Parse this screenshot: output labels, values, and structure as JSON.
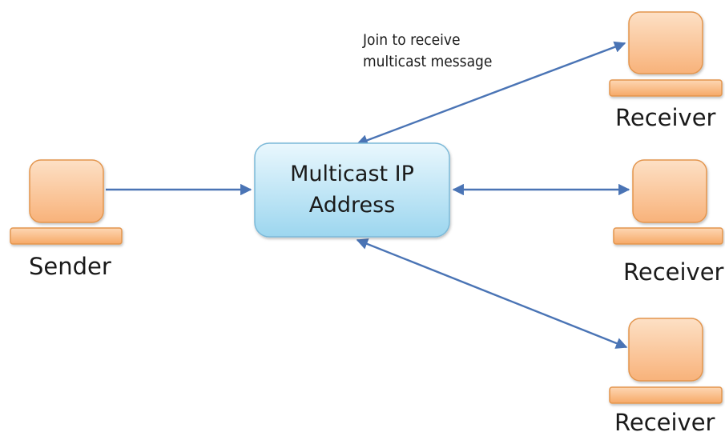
{
  "hub": {
    "line1": "Multicast IP",
    "line2": "Address"
  },
  "sender": {
    "label": "Sender"
  },
  "receivers": [
    {
      "label": "Receiver"
    },
    {
      "label": "Receiver"
    },
    {
      "label": "Receiver"
    }
  ],
  "annotation": {
    "line1": "Join to receive",
    "line2": "multicast message"
  },
  "colors": {
    "arrow": "#4a74b5",
    "computer_fill": "#fac08f",
    "computer_stroke": "#e3954d",
    "hub_fill_top": "#e6f5fc",
    "hub_fill_bottom": "#9fd8f0",
    "hub_stroke": "#79b8d6"
  },
  "icons": {
    "computer": "computer-icon"
  }
}
